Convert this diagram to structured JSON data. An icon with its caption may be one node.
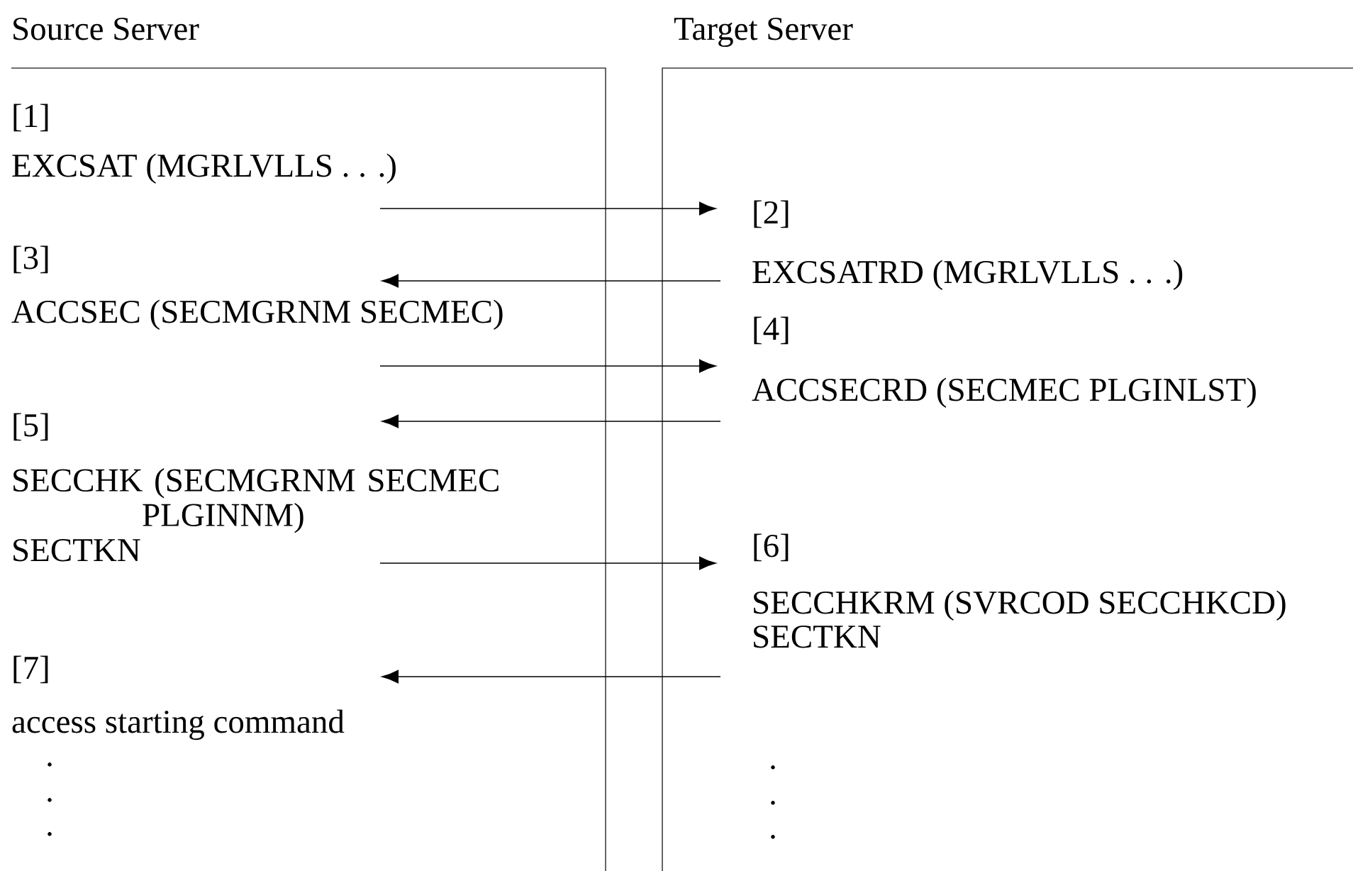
{
  "diagram": {
    "nodes": [
      {
        "text": [
          "Source Server"
        ]
      },
      {
        "text": [
          "Target Server"
        ]
      },
      {
        "text": [
          "[1]",
          "EXCSAT (MGRLVLLS . . .)"
        ],
        "in": 0
      },
      {
        "text": [
          "[2]",
          "EXCSATRD (MGRLVLLS . . .)"
        ],
        "in": 1
      },
      {
        "text": [
          "[3]",
          "ACCSEC (SECMGRNM SECMEC)"
        ],
        "in": 0
      },
      {
        "text": [
          "[4]",
          "ACCSECRD (SECMEC PLGINLST)"
        ],
        "in": 1
      },
      {
        "text": [
          "[5]",
          "SECCHK (SECMGRNM SECMEC PLGINNM)",
          "SECTKN"
        ],
        "in": 0
      },
      {
        "text": [
          "[6]",
          "SECCHKRM (SVRCOD SECCHKCD)",
          "SECTKN"
        ],
        "in": 1
      },
      {
        "text": [
          "[7]",
          "access starting command"
        ],
        "in": 0
      }
    ],
    "edges": [
      {
        "from": 2,
        "to": 3,
        "arrow": "to"
      },
      {
        "from": 3,
        "to": 4,
        "arrow": "to"
      },
      {
        "from": 4,
        "to": 5,
        "arrow": "to"
      },
      {
        "from": 5,
        "to": 6,
        "arrow": "to"
      },
      {
        "from": 6,
        "to": 7,
        "arrow": "to"
      },
      {
        "from": 7,
        "to": 8,
        "arrow": "to"
      }
    ],
    "labels": [
      ".",
      ".",
      ".",
      ".",
      ".",
      "."
    ]
  }
}
